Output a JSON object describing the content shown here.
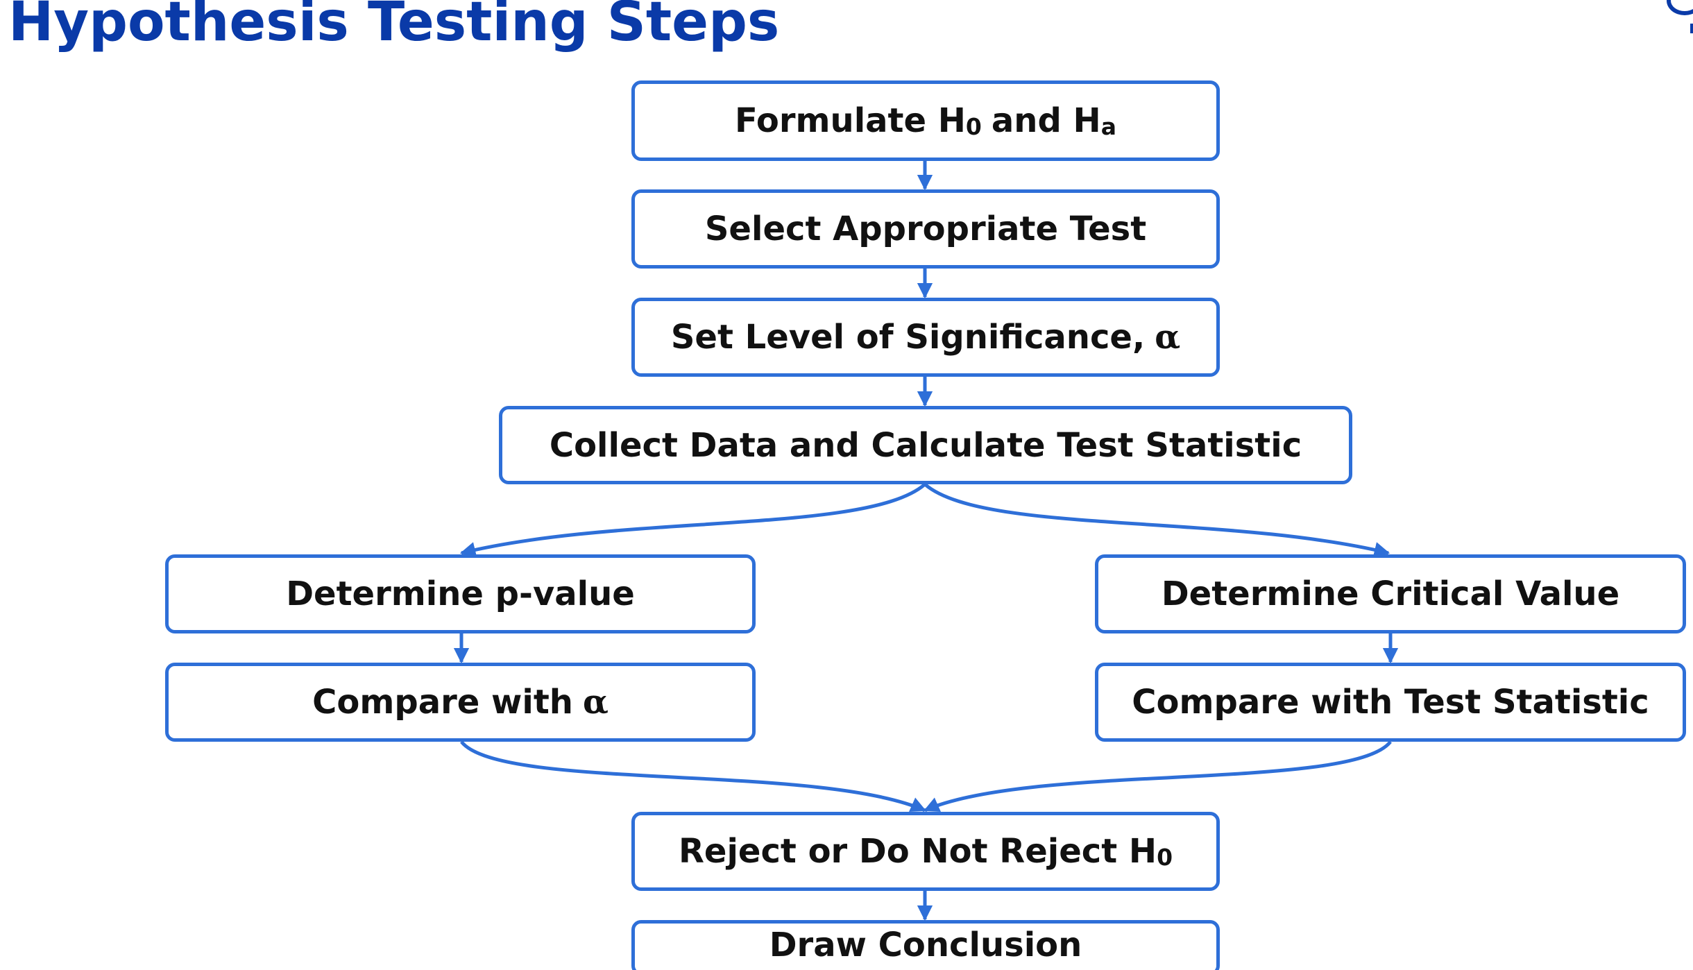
{
  "title": "Hypothesis Testing Steps",
  "accent_color": "#2e6fd8",
  "title_color": "#0a3aa8",
  "steps": {
    "formulate": {
      "text": "Formulate H",
      "sub0": "0",
      "mid": "and H",
      "sub1": "a"
    },
    "select_test": {
      "text": "Select Appropriate Test"
    },
    "significance": {
      "text": "Set Level of Significance,",
      "symbol": "α"
    },
    "collect": {
      "text": "Collect Data and Calculate Test Statistic"
    },
    "p_value": {
      "text": "Determine p-value"
    },
    "compare_alpha": {
      "text": "Compare with",
      "symbol": "α"
    },
    "critical_value": {
      "text": "Determine Critical Value"
    },
    "compare_stat": {
      "text": "Compare with Test Statistic"
    },
    "reject": {
      "text": "Reject or Do Not Reject H",
      "sub": "0"
    },
    "conclusion": {
      "text": "Draw Conclusion"
    }
  }
}
